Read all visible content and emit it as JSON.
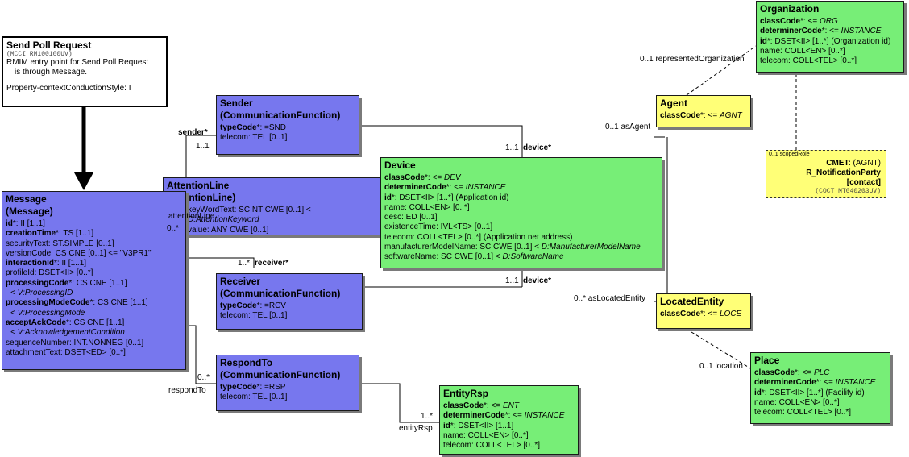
{
  "send_poll": {
    "title": "Send Poll Request",
    "id": "(MCCI_RM100100UV)",
    "desc1": "RMIM entry point for Send Poll Request",
    "desc2": "is through Message.",
    "prop": "Property-contextConductionStyle: I"
  },
  "message": {
    "title1": "Message",
    "title2": "(Message)",
    "attrs": [
      {
        "name": "id",
        "rest": "*: II [1..1]",
        "bold": true
      },
      {
        "name": "creationTime",
        "rest": "*: TS [1..1]",
        "bold": true
      },
      {
        "name": "securityText",
        "rest": ": ST.SIMPLE [0..1]",
        "bold": false
      },
      {
        "name": "versionCode",
        "rest": ": CS CNE [0..1] <= \"V3PR1\"",
        "bold": false
      },
      {
        "name": "interactionId",
        "rest": "*: II [1..1]",
        "bold": true
      },
      {
        "name": "profileId",
        "rest": ": DSET<II> [0..*]",
        "bold": false
      },
      {
        "name": "processingCode",
        "rest": "*: CS CNE [1..1]",
        "bold": true
      },
      {
        "name": "",
        "rest": "< V:ProcessingID",
        "bold": false,
        "italic": true
      },
      {
        "name": "processingModeCode",
        "rest": "*: CS CNE [1..1]",
        "bold": true
      },
      {
        "name": "",
        "rest": "< V:ProcessingMode",
        "bold": false,
        "italic": true
      },
      {
        "name": "acceptAckCode",
        "rest": "*: CS CNE [1..1]",
        "bold": true
      },
      {
        "name": "",
        "rest": "< V:AcknowledgementCondition",
        "bold": false,
        "italic": true
      },
      {
        "name": "sequenceNumber",
        "rest": ": INT.NONNEG [0..1]",
        "bold": false
      },
      {
        "name": "attachmentText",
        "rest": ": DSET<ED> [0..*]",
        "bold": false
      }
    ]
  },
  "sender": {
    "title1": "Sender",
    "title2": "(CommunicationFunction)",
    "attrs": [
      {
        "name": "typeCode",
        "rest": "*: =SND",
        "bold": true
      },
      {
        "name": "telecom",
        "rest": ": TEL [0..1]",
        "bold": false
      }
    ]
  },
  "attention": {
    "title1": "AttentionLine",
    "title2": "(AttentionLine)",
    "attrs": [
      {
        "name": "keyWordText",
        "rest": ": SC.NT CWE [0..1] < ",
        "italic_tail": "D:AttentionKeyword",
        "bold": false
      },
      {
        "name": "value",
        "rest": ": ANY CWE [0..1]",
        "bold": false
      }
    ]
  },
  "receiver": {
    "title1": "Receiver",
    "title2": "(CommunicationFunction)",
    "attrs": [
      {
        "name": "typeCode",
        "rest": "*: =RCV",
        "bold": true
      },
      {
        "name": "telecom",
        "rest": ": TEL [0..1]",
        "bold": false
      }
    ]
  },
  "respondto": {
    "title1": "RespondTo",
    "title2": "(CommunicationFunction)",
    "attrs": [
      {
        "name": "typeCode",
        "rest": "*: =RSP",
        "bold": true
      },
      {
        "name": "telecom",
        "rest": ": TEL [0..1]",
        "bold": false
      }
    ]
  },
  "entityrsp": {
    "title1": "EntityRsp",
    "attrs": [
      {
        "name": "classCode",
        "rest": "*: <= ",
        "italic_tail": "ENT",
        "bold": true
      },
      {
        "name": "determinerCode",
        "rest": "*: <= ",
        "italic_tail": "INSTANCE",
        "bold": true
      },
      {
        "name": "id",
        "rest": "*: DSET<II> [1..1]",
        "bold": true
      },
      {
        "name": "name",
        "rest": ": COLL<EN> [0..*]",
        "bold": false
      },
      {
        "name": "telecom",
        "rest": ": COLL<TEL> [0..*]",
        "bold": false
      }
    ]
  },
  "device": {
    "title1": "Device",
    "attrs": [
      {
        "name": "classCode",
        "rest": "*: <= ",
        "italic_tail": "DEV",
        "bold": true
      },
      {
        "name": "determinerCode",
        "rest": "*: <= ",
        "italic_tail": "INSTANCE",
        "bold": true
      },
      {
        "name": "id",
        "rest": "*: DSET<II> [1..*] (Application id)",
        "bold": true
      },
      {
        "name": "name",
        "rest": ": COLL<EN> [0..*]",
        "bold": false
      },
      {
        "name": "desc",
        "rest": ": ED [0..1]",
        "bold": false
      },
      {
        "name": "existenceTime",
        "rest": ": IVL<TS> [0..1]",
        "bold": false
      },
      {
        "name": "telecom",
        "rest": ": COLL<TEL> [0..*] (Application net address)",
        "bold": false
      },
      {
        "name": "manufacturerModelName",
        "rest": ": SC CWE [0..1] < ",
        "italic_tail": "D:ManufacturerModelName",
        "bold": false
      },
      {
        "name": "softwareName",
        "rest": ": SC CWE [0..1] < ",
        "italic_tail": "D:SoftwareName",
        "bold": false
      }
    ]
  },
  "agent": {
    "title1": "Agent",
    "attrs": [
      {
        "name": "classCode",
        "rest": "*: <= ",
        "italic_tail": "AGNT",
        "bold": true
      }
    ]
  },
  "located": {
    "title1": "LocatedEntity",
    "attrs": [
      {
        "name": "classCode",
        "rest": "*: <= ",
        "italic_tail": "LOCE",
        "bold": true
      }
    ]
  },
  "organization": {
    "title1": "Organization",
    "attrs": [
      {
        "name": "classCode",
        "rest": "*: <= ",
        "italic_tail": "ORG",
        "bold": true
      },
      {
        "name": "determinerCode",
        "rest": "*: <= ",
        "italic_tail": "INSTANCE",
        "bold": true
      },
      {
        "name": "id",
        "rest": "*: DSET<II> [1..*] (Organization id)",
        "bold": true
      },
      {
        "name": "name",
        "rest": ": COLL<EN> [0..*]",
        "bold": false
      },
      {
        "name": "telecom",
        "rest": ": COLL<TEL> [0..*]",
        "bold": false
      }
    ]
  },
  "place": {
    "title1": "Place",
    "attrs": [
      {
        "name": "classCode",
        "rest": "*: <= ",
        "italic_tail": "PLC",
        "bold": true
      },
      {
        "name": "determinerCode",
        "rest": "*: <= ",
        "italic_tail": "INSTANCE",
        "bold": true
      },
      {
        "name": "id",
        "rest": "*: DSET<II> [1..*] (Facility id)",
        "bold": true
      },
      {
        "name": "name",
        "rest": ": COLL<EN> [0..*]",
        "bold": false
      },
      {
        "name": "telecom",
        "rest": ": COLL<TEL> [0..*]",
        "bold": false
      }
    ]
  },
  "cmet": {
    "scoped": "0..1 scopedRole",
    "line1_b": "CMET:",
    "line1": " (AGNT)",
    "line2": "R_NotificationParty",
    "line3": "[contact]",
    "line4": "(COCT_MT040203UV)"
  },
  "labels": {
    "sender_role": "sender*",
    "sender_card": "1..1",
    "attention_role": "attentionLine",
    "attention_card": "0..*",
    "receiver_role": "receiver*",
    "receiver_card": "1..*",
    "respond_role": "respondTo",
    "respond_card": "0..*",
    "entityrsp_role": "entityRsp",
    "entityrsp_card": "1..*",
    "device1_card": "1..1",
    "device1_role": "device*",
    "device2_card": "1..1",
    "device2_role": "device*",
    "asagent": "0..1 asAgent",
    "represented": "0..1 representedOrganization",
    "aslocated": "0..* asLocatedEntity",
    "location": "0..1 location"
  }
}
